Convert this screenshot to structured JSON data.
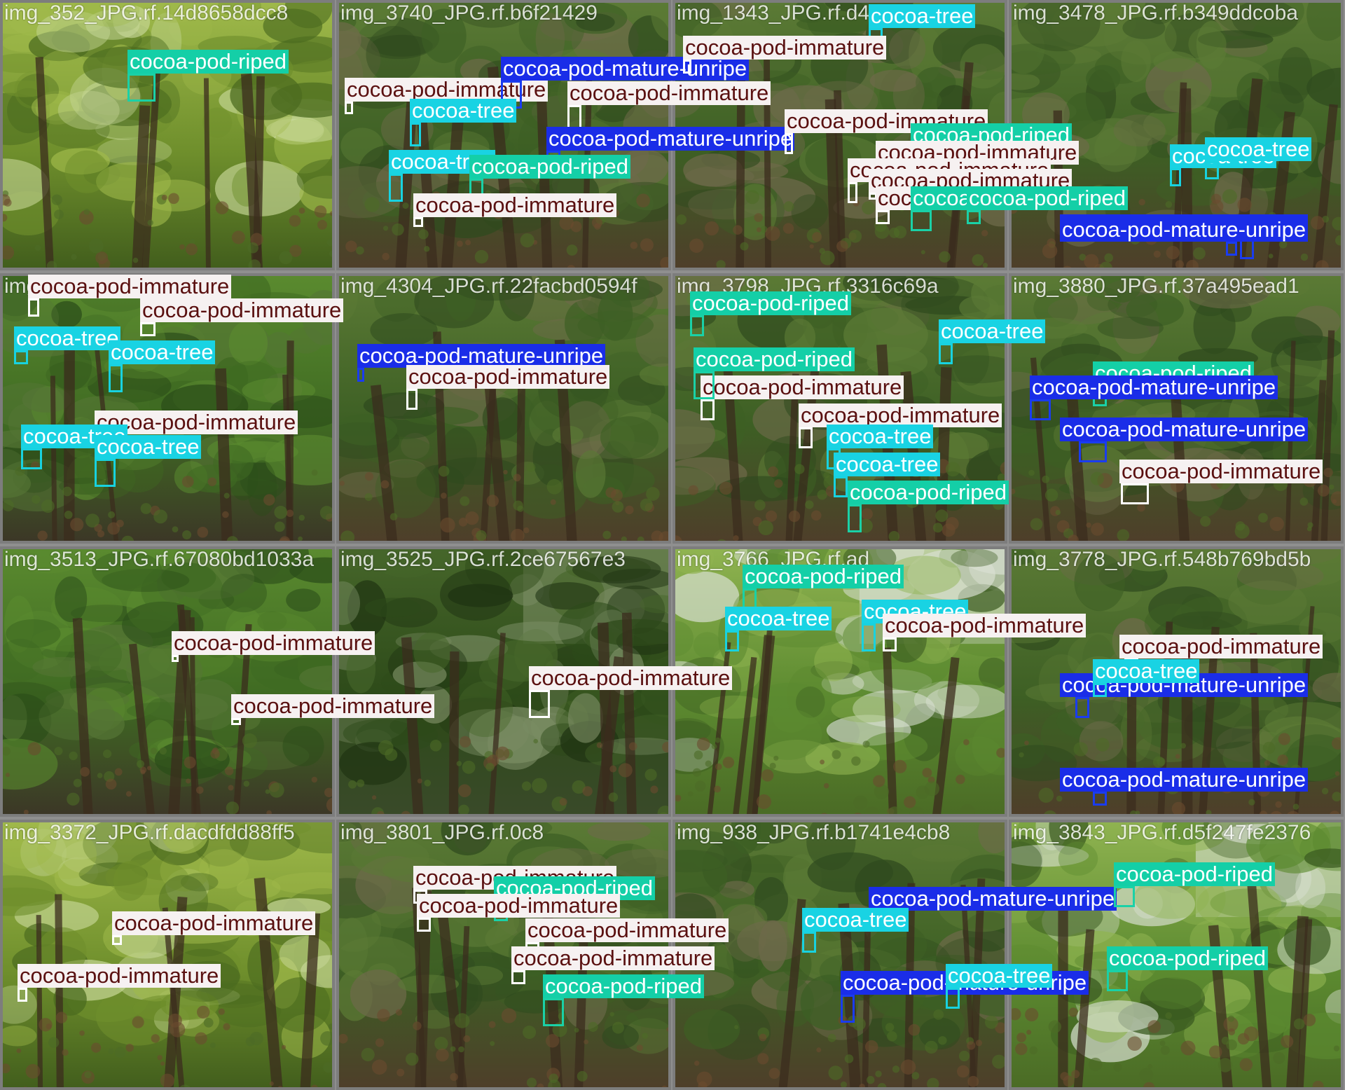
{
  "classes": {
    "cocoa-pod-immature": {
      "label": "cocoa-pod-immature",
      "box": "#ffffff",
      "bg": "#f6f1f1",
      "fg": "#5a1010"
    },
    "cocoa-pod-riped": {
      "label": "cocoa-pod-riped",
      "box": "#1ad1a7",
      "bg": "#14cfa7",
      "fg": "#ffffff"
    },
    "cocoa-tree": {
      "label": "cocoa-tree",
      "box": "#18d2e0",
      "bg": "#19d3e3",
      "fg": "#ffffff"
    },
    "cocoa-pod-mature-unripe": {
      "label": "cocoa-pod-mature-unripe",
      "box": "#1a3cf0",
      "bg": "#1a2de8",
      "fg": "#ffffff"
    }
  },
  "tiles": [
    {
      "name": "img_352_JPG.rf.14d8658dcc8",
      "scene": "sunlit"
    },
    {
      "name": "img_3740_JPG.rf.b6f21429",
      "scene": "orchard"
    },
    {
      "name": "img_1343_JPG.rf.d4273",
      "scene": "orchard"
    },
    {
      "name": "img_3478_JPG.rf.b349ddcoba",
      "scene": "orchard"
    },
    {
      "name": "img_3529_JPG.rf.",
      "scene": "dense"
    },
    {
      "name": "img_4304_JPG.rf.22facbd0594f",
      "scene": "orchard"
    },
    {
      "name": "img_3798_JPG.rf.3316c69a",
      "scene": "orchard"
    },
    {
      "name": "img_3880_JPG.rf.37a495ead1",
      "scene": "orchard"
    },
    {
      "name": "img_3513_JPG.rf.67080bd1033a",
      "scene": "dense"
    },
    {
      "name": "img_3525_JPG.rf.2ce67567e3",
      "scene": "dark"
    },
    {
      "name": "img_3766_JPG.rf.ad",
      "scene": "clearing"
    },
    {
      "name": "img_3778_JPG.rf.548b769bd5b",
      "scene": "orchard"
    },
    {
      "name": "img_3372_JPG.rf.dacdfdd88ff5",
      "scene": "sunlit"
    },
    {
      "name": "img_3801_JPG.rf.0c8",
      "scene": "orchard"
    },
    {
      "name": "img_938_JPG.rf.b1741e4cb8",
      "scene": "orchard"
    },
    {
      "name": "img_3843_JPG.rf.d5f247fe2376",
      "scene": "clearing"
    }
  ],
  "detections": [
    {
      "cls": "cocoa-pod-riped",
      "t": 0
    },
    {
      "cls": "cocoa-pod-immature",
      "t": 1
    },
    {
      "cls": "cocoa-pod-mature-unripe",
      "t": 1
    },
    {
      "cls": "cocoa-pod-immature",
      "t": 1
    },
    {
      "cls": "cocoa-tree",
      "t": 1
    },
    {
      "cls": "cocoa-pod-mature-unripe",
      "t": 1
    },
    {
      "cls": "cocoa-tree",
      "t": 1
    },
    {
      "cls": "cocoa-pod-riped",
      "t": 1
    },
    {
      "cls": "cocoa-pod-immature",
      "t": 1
    },
    {
      "cls": "cocoa-tree",
      "t": 2
    },
    {
      "cls": "cocoa-pod-immature",
      "t": 2
    },
    {
      "cls": "cocoa-pod-immature",
      "t": 2
    },
    {
      "cls": "cocoa-pod-riped",
      "t": 2
    },
    {
      "cls": "cocoa-pod-immature",
      "t": 2
    },
    {
      "cls": "cocoa-pod-immature",
      "t": 2
    },
    {
      "cls": "cocoa-pod-immature",
      "t": 2
    },
    {
      "cls": "cocoa-pod-immature",
      "t": 2
    },
    {
      "cls": "cocoa-pod-riped",
      "t": 2
    },
    {
      "cls": "cocoa-pod-riped",
      "t": 2
    },
    {
      "cls": "cocoa-tree",
      "t": 3
    },
    {
      "cls": "cocoa-pod-mature-unripe",
      "t": 3
    },
    {
      "cls": "cocoa-tree",
      "t": 3
    },
    {
      "cls": "cocoa-pod-mature-unripe",
      "t": 3
    },
    {
      "cls": "cocoa-pod-immature",
      "t": 4
    },
    {
      "cls": "cocoa-pod-immature",
      "t": 4
    },
    {
      "cls": "cocoa-tree",
      "t": 4
    },
    {
      "cls": "cocoa-tree",
      "t": 4
    },
    {
      "cls": "cocoa-pod-immature",
      "t": 4
    },
    {
      "cls": "cocoa-tree",
      "t": 4
    },
    {
      "cls": "cocoa-tree",
      "t": 4
    },
    {
      "cls": "cocoa-pod-mature-unripe",
      "t": 5
    },
    {
      "cls": "cocoa-pod-immature",
      "t": 5
    },
    {
      "cls": "cocoa-pod-riped",
      "t": 6
    },
    {
      "cls": "cocoa-pod-immature",
      "t": 6
    },
    {
      "cls": "cocoa-tree",
      "t": 6
    },
    {
      "cls": "cocoa-pod-riped",
      "t": 6
    },
    {
      "cls": "cocoa-pod-immature",
      "t": 6
    },
    {
      "cls": "cocoa-tree",
      "t": 6
    },
    {
      "cls": "cocoa-tree",
      "t": 6
    },
    {
      "cls": "cocoa-pod-riped",
      "t": 6
    },
    {
      "cls": "cocoa-pod-riped",
      "t": 7
    },
    {
      "cls": "cocoa-pod-mature-unripe",
      "t": 7
    },
    {
      "cls": "cocoa-pod-mature-unripe",
      "t": 7
    },
    {
      "cls": "cocoa-pod-immature",
      "t": 7
    },
    {
      "cls": "cocoa-pod-immature",
      "t": 8
    },
    {
      "cls": "cocoa-pod-immature",
      "t": 8
    },
    {
      "cls": "cocoa-pod-immature",
      "t": 9
    },
    {
      "cls": "cocoa-pod-riped",
      "t": 10
    },
    {
      "cls": "cocoa-tree",
      "t": 10
    },
    {
      "cls": "cocoa-tree",
      "t": 10
    },
    {
      "cls": "cocoa-pod-immature",
      "t": 10
    },
    {
      "cls": "cocoa-pod-immature",
      "t": 11
    },
    {
      "cls": "cocoa-pod-mature-unripe",
      "t": 11
    },
    {
      "cls": "cocoa-tree",
      "t": 11
    },
    {
      "cls": "cocoa-pod-mature-unripe",
      "t": 11
    },
    {
      "cls": "cocoa-pod-immature",
      "t": 12
    },
    {
      "cls": "cocoa-pod-immature",
      "t": 12
    },
    {
      "cls": "cocoa-pod-immature",
      "t": 13
    },
    {
      "cls": "cocoa-pod-riped",
      "t": 13
    },
    {
      "cls": "cocoa-pod-immature",
      "t": 13
    },
    {
      "cls": "cocoa-pod-immature",
      "t": 13
    },
    {
      "cls": "cocoa-pod-immature",
      "t": 13
    },
    {
      "cls": "cocoa-pod-riped",
      "t": 13
    },
    {
      "cls": "cocoa-pod-mature-unripe",
      "t": 14
    },
    {
      "cls": "cocoa-tree",
      "t": 14
    },
    {
      "cls": "cocoa-pod-mature-unripe",
      "t": 14
    },
    {
      "cls": "cocoa-tree",
      "t": 14
    },
    {
      "cls": "cocoa-pod-riped",
      "t": 15
    },
    {
      "cls": "cocoa-pod-riped",
      "t": 15
    }
  ]
}
